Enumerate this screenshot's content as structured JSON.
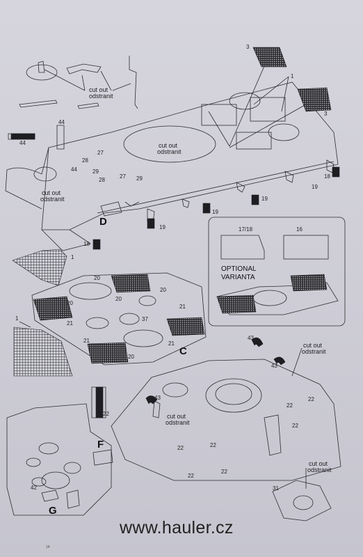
{
  "website": "www.hauler.cz",
  "cut_out": [
    "cut out",
    "odstranit"
  ],
  "optional": [
    "OPTIONAL",
    "VARIANTA"
  ],
  "letters": {
    "c": "C",
    "d": "D",
    "f": "F",
    "g": "G"
  },
  "part_numbers": {
    "p3": "3",
    "p1": "1",
    "p44": "44",
    "p27": "27",
    "p28": "28",
    "p29": "29",
    "p18": "18",
    "p19": "19",
    "p20": "20",
    "p21": "21",
    "p37": "37",
    "p43": "43",
    "p22": "22",
    "p42": "42",
    "p31": "31",
    "p16": "16",
    "p17_18": "17/18"
  },
  "page_number": "14",
  "colors": {
    "paper": "#d3d2da",
    "ink": "#2b2b2e",
    "etch": "#1e1e22"
  }
}
